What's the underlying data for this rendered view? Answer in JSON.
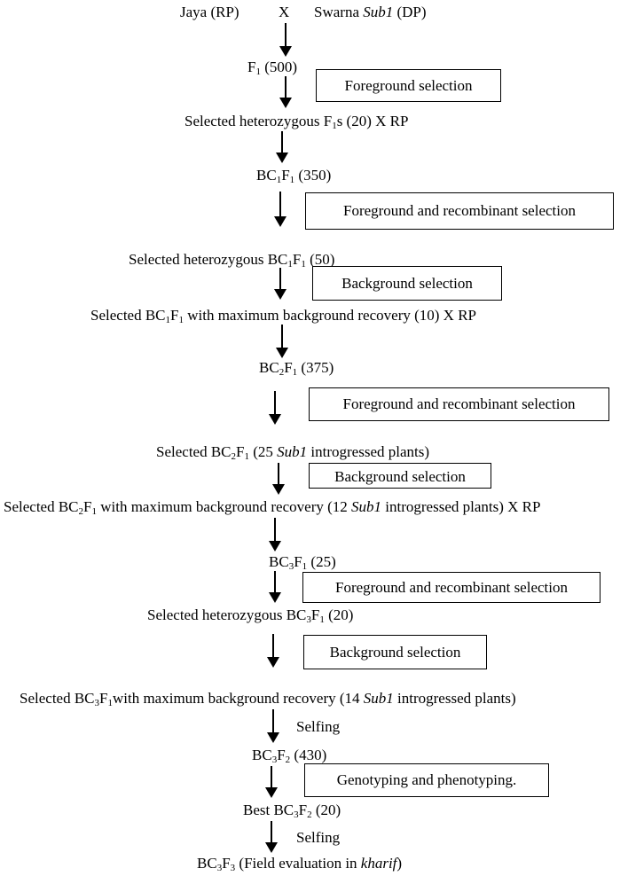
{
  "top": {
    "rp": "Jaya (RP)",
    "cross": "X",
    "dp_name": "Swarna ",
    "dp_italic": "Sub1",
    "dp_suffix": " (DP)"
  },
  "f1": {
    "a": "F",
    "a_sub": "1",
    "b": " (500)"
  },
  "box1": "Foreground selection",
  "sel_f1": {
    "a": "Selected heterozygous F",
    "a_sub": "1",
    "b": "s (20) X RP"
  },
  "bc1f1": {
    "a": "BC",
    "a_sub": "1",
    "b": "F",
    "b_sub": "1",
    "c": " (350)"
  },
  "box2": "Foreground and recombinant selection",
  "sel_bc1f1_het": {
    "a": "Selected heterozygous BC",
    "a_sub": "1",
    "b": "F",
    "b_sub": "1",
    "c": " (50)"
  },
  "box3": "Background selection",
  "sel_bc1f1_bg": {
    "a": "Selected BC",
    "a_sub": "1",
    "b": "F",
    "b_sub": "1",
    "c": " with maximum background recovery (10) X RP"
  },
  "bc2f1": {
    "a": "BC",
    "a_sub": "2",
    "b": "F",
    "b_sub": "1",
    "c": " (375)"
  },
  "box4": "Foreground and recombinant selection",
  "sel_bc2f1": {
    "a": "Selected BC",
    "a_sub": "2",
    "b": "F",
    "b_sub": "1",
    "c": " (25 ",
    "italic": "Sub1",
    "d": " introgressed plants)"
  },
  "box5": "Background selection",
  "sel_bc2f1_bg": {
    "a": "Selected BC",
    "a_sub": "2",
    "b": "F",
    "b_sub": "1",
    "c": " with maximum background recovery (12 ",
    "italic": "Sub1",
    "d": " introgressed plants) X RP"
  },
  "bc3f1": {
    "a": "BC",
    "a_sub": "3",
    "b": "F",
    "b_sub": "1",
    "c": " (25)"
  },
  "box6": "Foreground and recombinant selection",
  "sel_bc3f1_het": {
    "a": "Selected heterozygous BC",
    "a_sub": "3",
    "b": "F",
    "b_sub": "1",
    "c": " (20)"
  },
  "box7": "Background selection",
  "sel_bc3f1_bg": {
    "a": "Selected BC",
    "a_sub": "3",
    "b": "F",
    "b_sub": "1",
    "c": "with maximum background recovery (14 ",
    "italic": "Sub1",
    "d": " introgressed plants)"
  },
  "selfing1": "Selfing",
  "bc3f2": {
    "a": "BC",
    "a_sub": "3",
    "b": "F",
    "b_sub": "2",
    "c": " (430)"
  },
  "box8": "Genotyping and phenotyping.",
  "best_bc3f2": {
    "a": "Best BC",
    "a_sub": "3",
    "b": "F",
    "b_sub": "2",
    "c": " (20)"
  },
  "selfing2": "Selfing",
  "bc3f3": {
    "a": "BC",
    "a_sub": "3",
    "b": "F",
    "b_sub": "3",
    "c": " (Field evaluation in ",
    "italic": "kharif",
    "d": ")"
  }
}
